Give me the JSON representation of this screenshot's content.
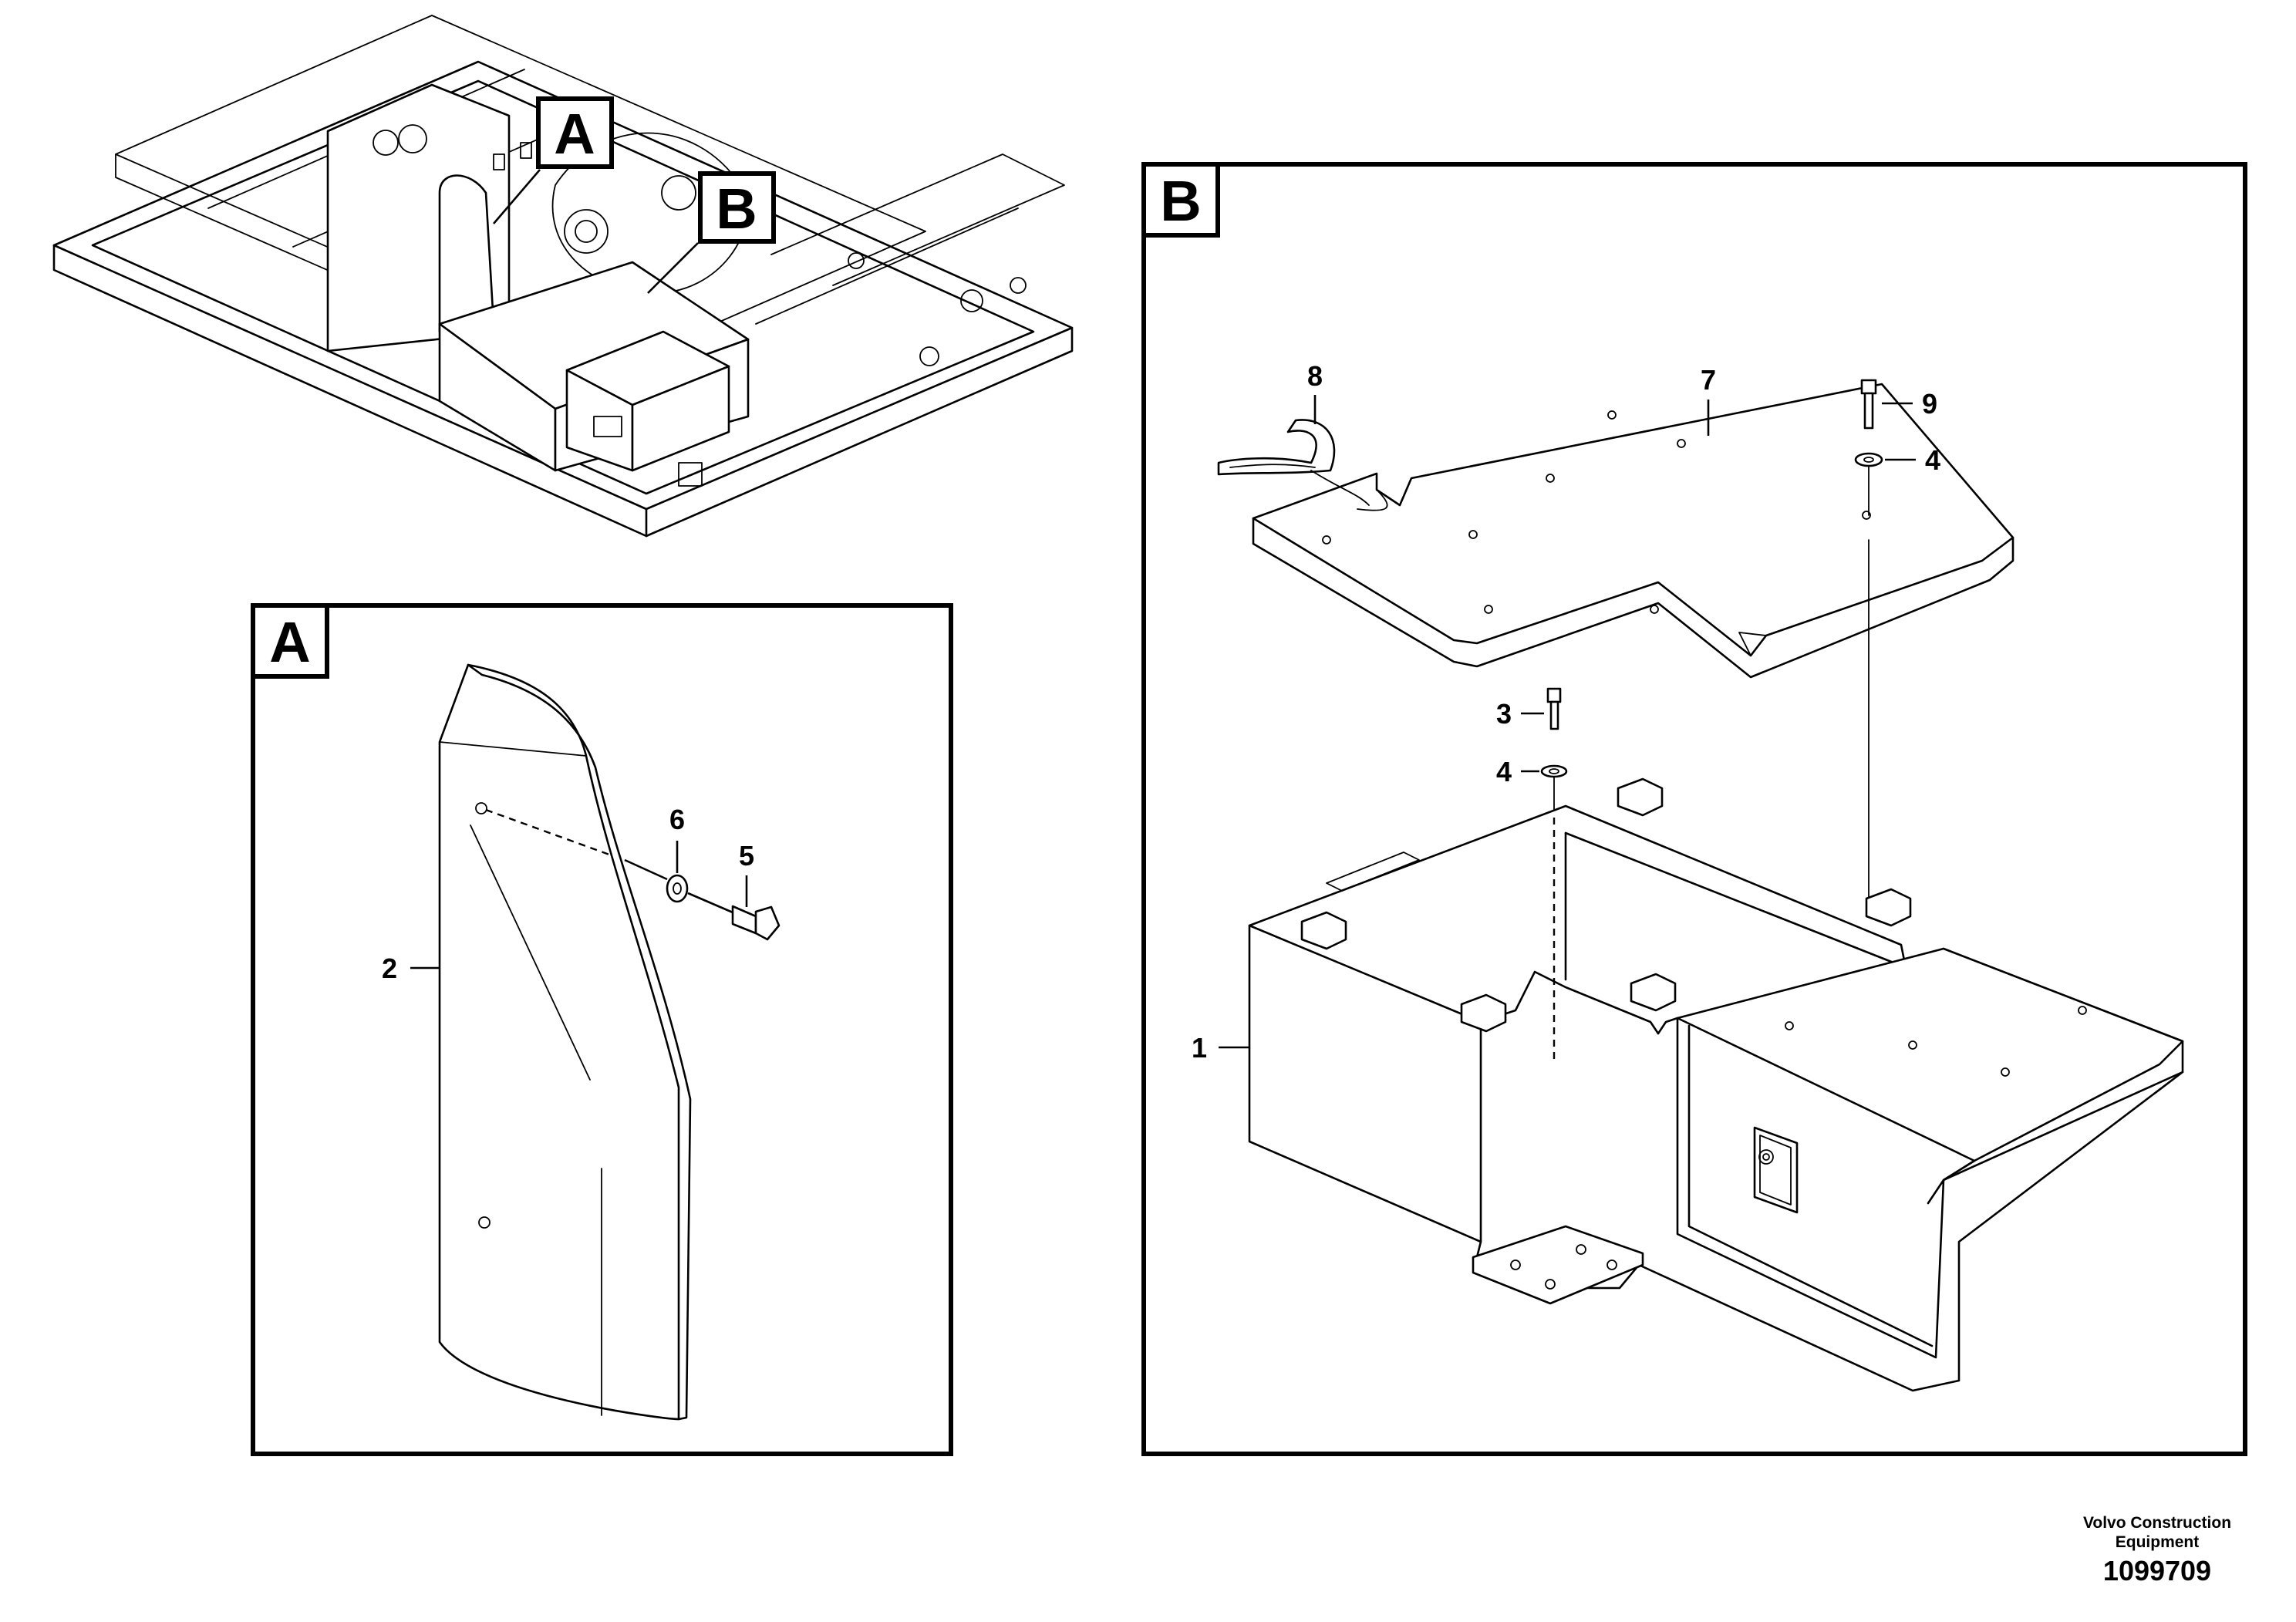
{
  "views": {
    "a": {
      "tag": "A"
    },
    "b": {
      "tag": "B"
    }
  },
  "overview": {
    "tag_a": "A",
    "tag_b": "B"
  },
  "callouts": {
    "p1": "1",
    "p2": "2",
    "p3": "3",
    "p4_upper": "4",
    "p4_lower": "4",
    "p5": "5",
    "p6": "6",
    "p7": "7",
    "p8": "8",
    "p9": "9"
  },
  "footer": {
    "brand_line1": "Volvo Construction",
    "brand_line2": "Equipment",
    "image_number": "1099709"
  }
}
